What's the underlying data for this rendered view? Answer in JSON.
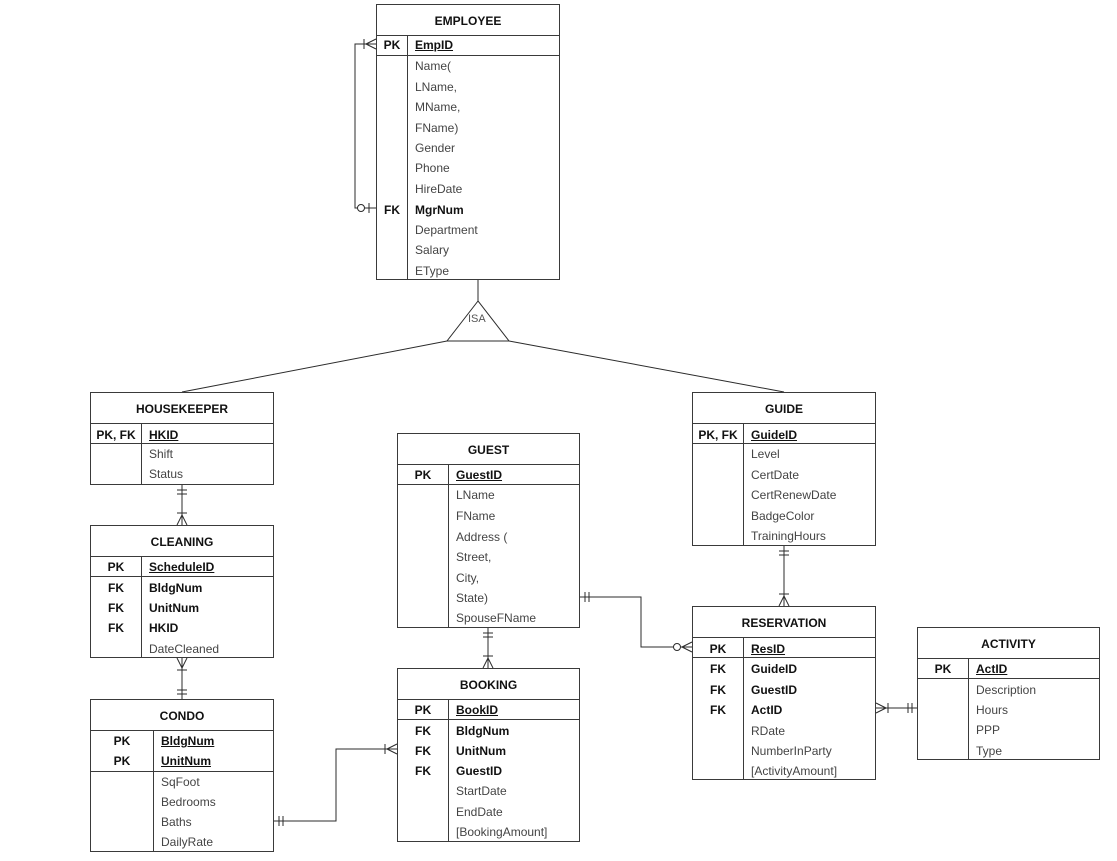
{
  "entities": {
    "employee": {
      "title": "EMPLOYEE",
      "key_rows": [
        {
          "key": "PK",
          "attr": "EmpID"
        }
      ],
      "attr_rows": [
        {
          "key": "",
          "attr": "Name("
        },
        {
          "key": "",
          "attr": "LName,"
        },
        {
          "key": "",
          "attr": "MName,"
        },
        {
          "key": "",
          "attr": "FName)"
        },
        {
          "key": "",
          "attr": "Gender"
        },
        {
          "key": "",
          "attr": "Phone"
        },
        {
          "key": "",
          "attr": "HireDate"
        },
        {
          "key": "FK",
          "attr": "MgrNum"
        },
        {
          "key": "",
          "attr": "Department"
        },
        {
          "key": "",
          "attr": "Salary"
        },
        {
          "key": "",
          "attr": "EType"
        }
      ]
    },
    "housekeeper": {
      "title": "HOUSEKEEPER",
      "key_rows": [
        {
          "key": "PK, FK",
          "attr": "HKID"
        }
      ],
      "attr_rows": [
        {
          "key": "",
          "attr": "Shift"
        },
        {
          "key": "",
          "attr": "Status"
        }
      ]
    },
    "cleaning": {
      "title": "CLEANING",
      "key_rows": [
        {
          "key": "PK",
          "attr": "ScheduleID"
        }
      ],
      "attr_rows": [
        {
          "key": "FK",
          "attr": "BldgNum"
        },
        {
          "key": "FK",
          "attr": "UnitNum"
        },
        {
          "key": "FK",
          "attr": "HKID"
        },
        {
          "key": "",
          "attr": "DateCleaned"
        }
      ]
    },
    "condo": {
      "title": "CONDO",
      "key_rows": [
        {
          "key": "PK",
          "attr": "BldgNum"
        },
        {
          "key": "PK",
          "attr": "UnitNum"
        }
      ],
      "attr_rows": [
        {
          "key": "",
          "attr": "SqFoot"
        },
        {
          "key": "",
          "attr": "Bedrooms"
        },
        {
          "key": "",
          "attr": "Baths"
        },
        {
          "key": "",
          "attr": "DailyRate"
        }
      ]
    },
    "guest": {
      "title": "GUEST",
      "key_rows": [
        {
          "key": "PK",
          "attr": "GuestID"
        }
      ],
      "attr_rows": [
        {
          "key": "",
          "attr": "LName"
        },
        {
          "key": "",
          "attr": "FName"
        },
        {
          "key": "",
          "attr": "Address ("
        },
        {
          "key": "",
          "attr": "Street,"
        },
        {
          "key": "",
          "attr": "City,"
        },
        {
          "key": "",
          "attr": "State)"
        },
        {
          "key": "",
          "attr": "SpouseFName"
        }
      ]
    },
    "booking": {
      "title": "BOOKING",
      "key_rows": [
        {
          "key": "PK",
          "attr": "BookID"
        }
      ],
      "attr_rows": [
        {
          "key": "FK",
          "attr": "BldgNum"
        },
        {
          "key": "FK",
          "attr": "UnitNum"
        },
        {
          "key": "FK",
          "attr": "GuestID"
        },
        {
          "key": "",
          "attr": "StartDate"
        },
        {
          "key": "",
          "attr": "EndDate"
        },
        {
          "key": "",
          "attr": "[BookingAmount]"
        }
      ]
    },
    "guide": {
      "title": "GUIDE",
      "key_rows": [
        {
          "key": "PK, FK",
          "attr": "GuideID"
        }
      ],
      "attr_rows": [
        {
          "key": "",
          "attr": "Level"
        },
        {
          "key": "",
          "attr": "CertDate"
        },
        {
          "key": "",
          "attr": "CertRenewDate"
        },
        {
          "key": "",
          "attr": "BadgeColor"
        },
        {
          "key": "",
          "attr": "TrainingHours"
        }
      ]
    },
    "reservation": {
      "title": "RESERVATION",
      "key_rows": [
        {
          "key": "PK",
          "attr": "ResID"
        }
      ],
      "attr_rows": [
        {
          "key": "FK",
          "attr": "GuideID"
        },
        {
          "key": "FK",
          "attr": "GuestID"
        },
        {
          "key": "FK",
          "attr": "ActID"
        },
        {
          "key": "",
          "attr": "RDate"
        },
        {
          "key": "",
          "attr": "NumberInParty"
        },
        {
          "key": "",
          "attr": "[ActivityAmount]"
        }
      ]
    },
    "activity": {
      "title": "ACTIVITY",
      "key_rows": [
        {
          "key": "PK",
          "attr": "ActID"
        }
      ],
      "attr_rows": [
        {
          "key": "",
          "attr": "Description"
        },
        {
          "key": "",
          "attr": "Hours"
        },
        {
          "key": "",
          "attr": "PPP"
        },
        {
          "key": "",
          "attr": "Type"
        }
      ]
    }
  },
  "isa_label": "ISA",
  "relationships": [
    {
      "from": "employee",
      "to": "employee",
      "from_end": "zero-or-one",
      "to_end": "one-or-many"
    },
    {
      "from": "housekeeper",
      "to": "cleaning",
      "from_end": "one-and-only-one",
      "to_end": "one-or-many"
    },
    {
      "from": "condo",
      "to": "cleaning",
      "from_end": "one-and-only-one",
      "to_end": "one-or-many"
    },
    {
      "from": "guest",
      "to": "booking",
      "from_end": "one-and-only-one",
      "to_end": "one-or-many"
    },
    {
      "from": "condo",
      "to": "booking",
      "from_end": "one-and-only-one",
      "to_end": "one-or-many"
    },
    {
      "from": "guest",
      "to": "reservation",
      "from_end": "one-and-only-one",
      "to_end": "zero-or-many"
    },
    {
      "from": "guide",
      "to": "reservation",
      "from_end": "one-and-only-one",
      "to_end": "one-or-many"
    },
    {
      "from": "activity",
      "to": "reservation",
      "from_end": "one-and-only-one",
      "to_end": "one-or-many"
    }
  ]
}
